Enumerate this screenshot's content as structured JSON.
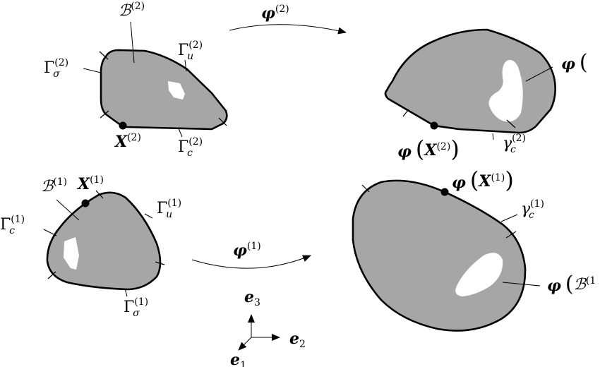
{
  "labels": {
    "B2": {
      "base": "ℬ",
      "sup": "(2)",
      "sub": ""
    },
    "Gs2": {
      "base": "Γ",
      "sup": "(2)",
      "sub": "σ"
    },
    "Gu2": {
      "base": "Γ",
      "sup": "(2)",
      "sub": "u"
    },
    "Gc2": {
      "base": "Γ",
      "sup": "(2)",
      "sub": "c"
    },
    "X2": {
      "base": "X",
      "sup": "(2)",
      "sub": ""
    },
    "B1": {
      "base": "ℬ",
      "sup": "(1)",
      "sub": ""
    },
    "X1": {
      "base": "X",
      "sup": "(1)",
      "sub": ""
    },
    "Gu1": {
      "base": "Γ",
      "sup": "(1)",
      "sub": "u"
    },
    "Gc1": {
      "base": "Γ",
      "sup": "(1)",
      "sub": "c"
    },
    "Gs1": {
      "base": "Γ",
      "sup": "(1)",
      "sub": "σ"
    },
    "phi2": {
      "base": "φ",
      "sup": "(2)",
      "sub": ""
    },
    "phi1": {
      "base": "φ",
      "sup": "(1)",
      "sub": ""
    },
    "phiX2": {
      "base": "φ",
      "arg": "X",
      "sup": "(2)"
    },
    "phiX1": {
      "base": "φ",
      "arg": "X",
      "sup": "(1)"
    },
    "gc2": {
      "base": "γ",
      "sup": "(2)",
      "sub": "c"
    },
    "gc1": {
      "base": "γ",
      "sup": "(1)",
      "sub": "c"
    },
    "phiB2": {
      "base": "φ",
      "paren": "("
    },
    "phiB1": {
      "base": "φ",
      "paren": "(",
      "arg": "ℬ",
      "sup": "(1"
    },
    "e1": {
      "base": "e",
      "sub": "1"
    },
    "e2": {
      "base": "e",
      "sub": "2"
    },
    "e3": {
      "base": "e",
      "sub": "3"
    }
  },
  "colors": {
    "body_fill": "#a6a6a6",
    "outline": "#000000",
    "hole": "#ffffff"
  }
}
